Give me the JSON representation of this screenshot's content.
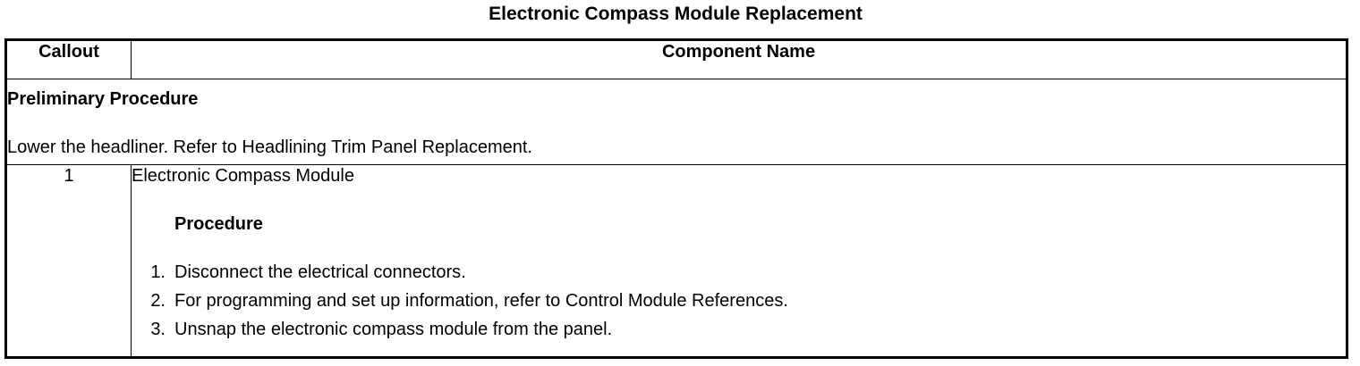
{
  "document": {
    "title": "Electronic Compass Module Replacement"
  },
  "table": {
    "headers": {
      "callout": "Callout",
      "component_name": "Component Name"
    },
    "preliminary": {
      "title": "Preliminary Procedure",
      "text": "Lower the headliner. Refer to Headlining Trim Panel Replacement."
    },
    "rows": [
      {
        "callout": "1",
        "component": "Electronic Compass Module",
        "procedure_title": "Procedure",
        "steps": [
          {
            "num": "1.",
            "text": "Disconnect the electrical connectors."
          },
          {
            "num": "2.",
            "text": "For programming and set up information, refer to Control Module References."
          },
          {
            "num": "3.",
            "text": "Unsnap the electronic compass module from the panel."
          }
        ]
      }
    ]
  }
}
